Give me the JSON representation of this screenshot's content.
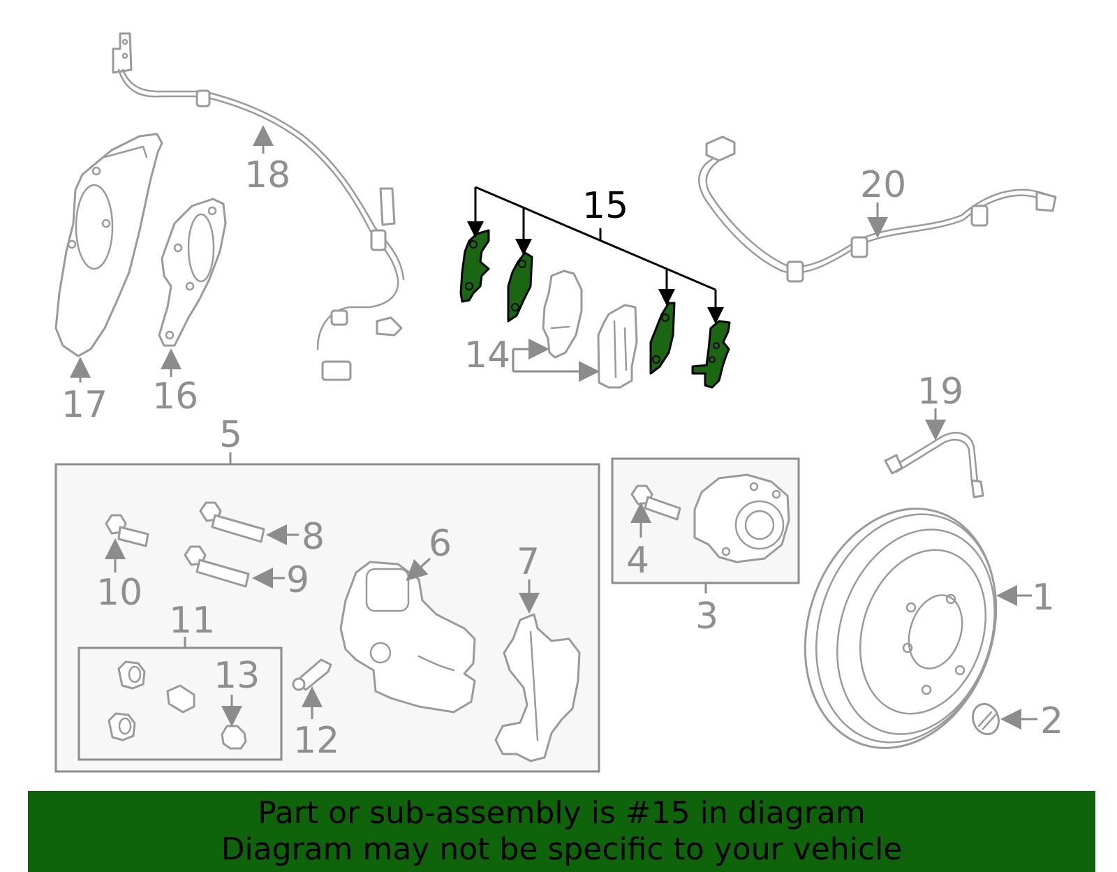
{
  "callouts": {
    "c1": "1",
    "c2": "2",
    "c3": "3",
    "c4": "4",
    "c5": "5",
    "c6": "6",
    "c7": "7",
    "c8": "8",
    "c9": "9",
    "c10": "10",
    "c11": "11",
    "c12": "12",
    "c13": "13",
    "c14": "14",
    "c15": "15",
    "c16": "16",
    "c17": "17",
    "c18": "18",
    "c19": "19",
    "c20": "20"
  },
  "highlight": {
    "part_number": "15",
    "color": "#1a6612"
  },
  "banner": {
    "line1": "Part or sub-assembly is #15 in diagram",
    "line2": "Diagram may not be specific to your vehicle",
    "background": "#0f640b"
  }
}
